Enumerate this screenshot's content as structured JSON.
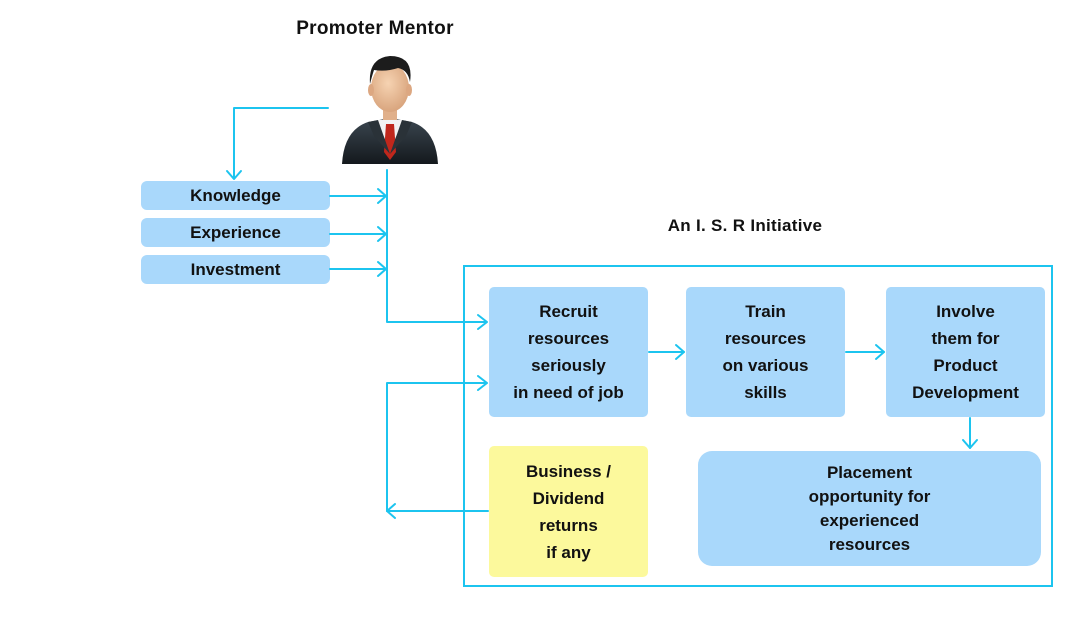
{
  "title": "Promoter Mentor",
  "initiative_title": "An I. S. R Initiative",
  "inputs": [
    "Knowledge",
    "Experience",
    "Investment"
  ],
  "steps": {
    "recruit": "Recruit\nresources\nseriously\nin need of job",
    "train": "Train\nresources\non various\nskills",
    "involve": "Involve\nthem for\nProduct\nDevelopment",
    "returns": "Business /\nDividend\nreturns\nif any",
    "placement": "Placement\nopportunity for\nexperienced\nresources"
  },
  "icons": {
    "person": "businessman-icon"
  },
  "colors": {
    "box": "#a9d8fb",
    "returns_box": "#fcf99c",
    "arrow": "#1cc4ef"
  }
}
